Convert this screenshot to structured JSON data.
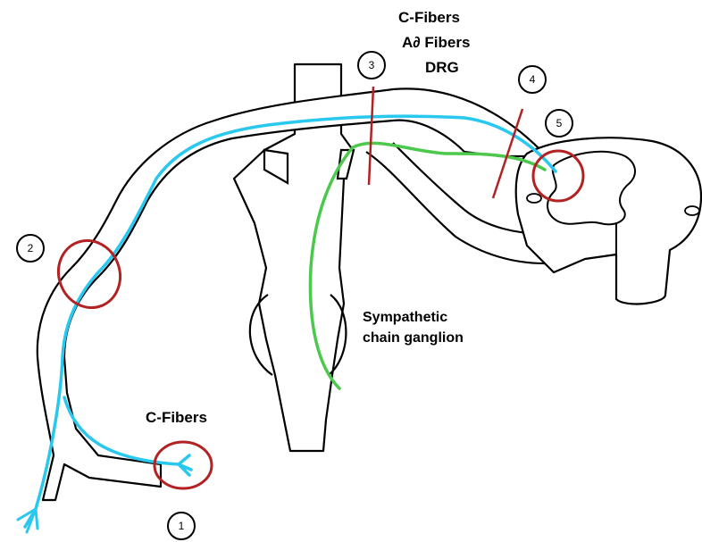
{
  "labels": {
    "top_fibers_1": "C-Fibers",
    "top_fibers_2": "A∂ Fibers",
    "top_fibers_3": "DRG",
    "ganglion_1": "Sympathetic",
    "ganglion_2": "chain ganglion",
    "bottom_fibers": "C-Fibers"
  },
  "markers": [
    "1",
    "2",
    "3",
    "4",
    "5"
  ],
  "colors": {
    "outline": "#000000",
    "cyan_fiber": "#29c8ee",
    "green_fiber": "#4cc94c",
    "highlight": "#b22222"
  }
}
